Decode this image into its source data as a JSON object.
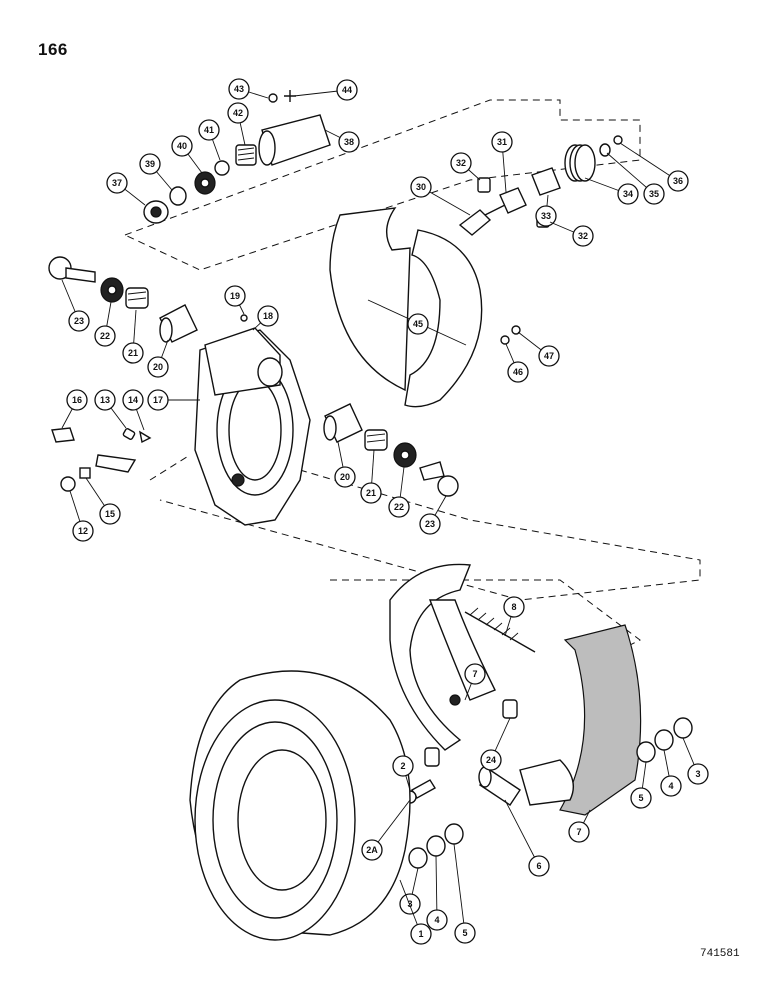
{
  "page": {
    "number": "166",
    "figure_code": "741581"
  },
  "callouts": [
    {
      "id": "c43",
      "label": "43"
    },
    {
      "id": "c44",
      "label": "44"
    },
    {
      "id": "c42",
      "label": "42"
    },
    {
      "id": "c41",
      "label": "41"
    },
    {
      "id": "c40",
      "label": "40"
    },
    {
      "id": "c39",
      "label": "39"
    },
    {
      "id": "c37",
      "label": "37"
    },
    {
      "id": "c38",
      "label": "38"
    },
    {
      "id": "c31",
      "label": "31"
    },
    {
      "id": "c32a",
      "label": "32"
    },
    {
      "id": "c30",
      "label": "30"
    },
    {
      "id": "c33",
      "label": "33"
    },
    {
      "id": "c32b",
      "label": "32"
    },
    {
      "id": "c34",
      "label": "34"
    },
    {
      "id": "c35",
      "label": "35"
    },
    {
      "id": "c36",
      "label": "36"
    },
    {
      "id": "c23a",
      "label": "23"
    },
    {
      "id": "c22a",
      "label": "22"
    },
    {
      "id": "c21a",
      "label": "21"
    },
    {
      "id": "c20a",
      "label": "20"
    },
    {
      "id": "c19",
      "label": "19"
    },
    {
      "id": "c18",
      "label": "18"
    },
    {
      "id": "c45",
      "label": "45"
    },
    {
      "id": "c47",
      "label": "47"
    },
    {
      "id": "c46",
      "label": "46"
    },
    {
      "id": "c16",
      "label": "16"
    },
    {
      "id": "c13",
      "label": "13"
    },
    {
      "id": "c14",
      "label": "14"
    },
    {
      "id": "c17",
      "label": "17"
    },
    {
      "id": "c20b",
      "label": "20"
    },
    {
      "id": "c21b",
      "label": "21"
    },
    {
      "id": "c22b",
      "label": "22"
    },
    {
      "id": "c23b",
      "label": "23"
    },
    {
      "id": "c12",
      "label": "12"
    },
    {
      "id": "c15",
      "label": "15"
    },
    {
      "id": "c8",
      "label": "8"
    },
    {
      "id": "c7a",
      "label": "7"
    },
    {
      "id": "c24",
      "label": "24"
    },
    {
      "id": "c2",
      "label": "2"
    },
    {
      "id": "c2a",
      "label": "2A"
    },
    {
      "id": "c6",
      "label": "6"
    },
    {
      "id": "c7b",
      "label": "7"
    },
    {
      "id": "c5a",
      "label": "5"
    },
    {
      "id": "c4a",
      "label": "4"
    },
    {
      "id": "c3a",
      "label": "3"
    },
    {
      "id": "c3b",
      "label": "3"
    },
    {
      "id": "c4b",
      "label": "4"
    },
    {
      "id": "c5b",
      "label": "5"
    },
    {
      "id": "c1",
      "label": "1"
    }
  ]
}
